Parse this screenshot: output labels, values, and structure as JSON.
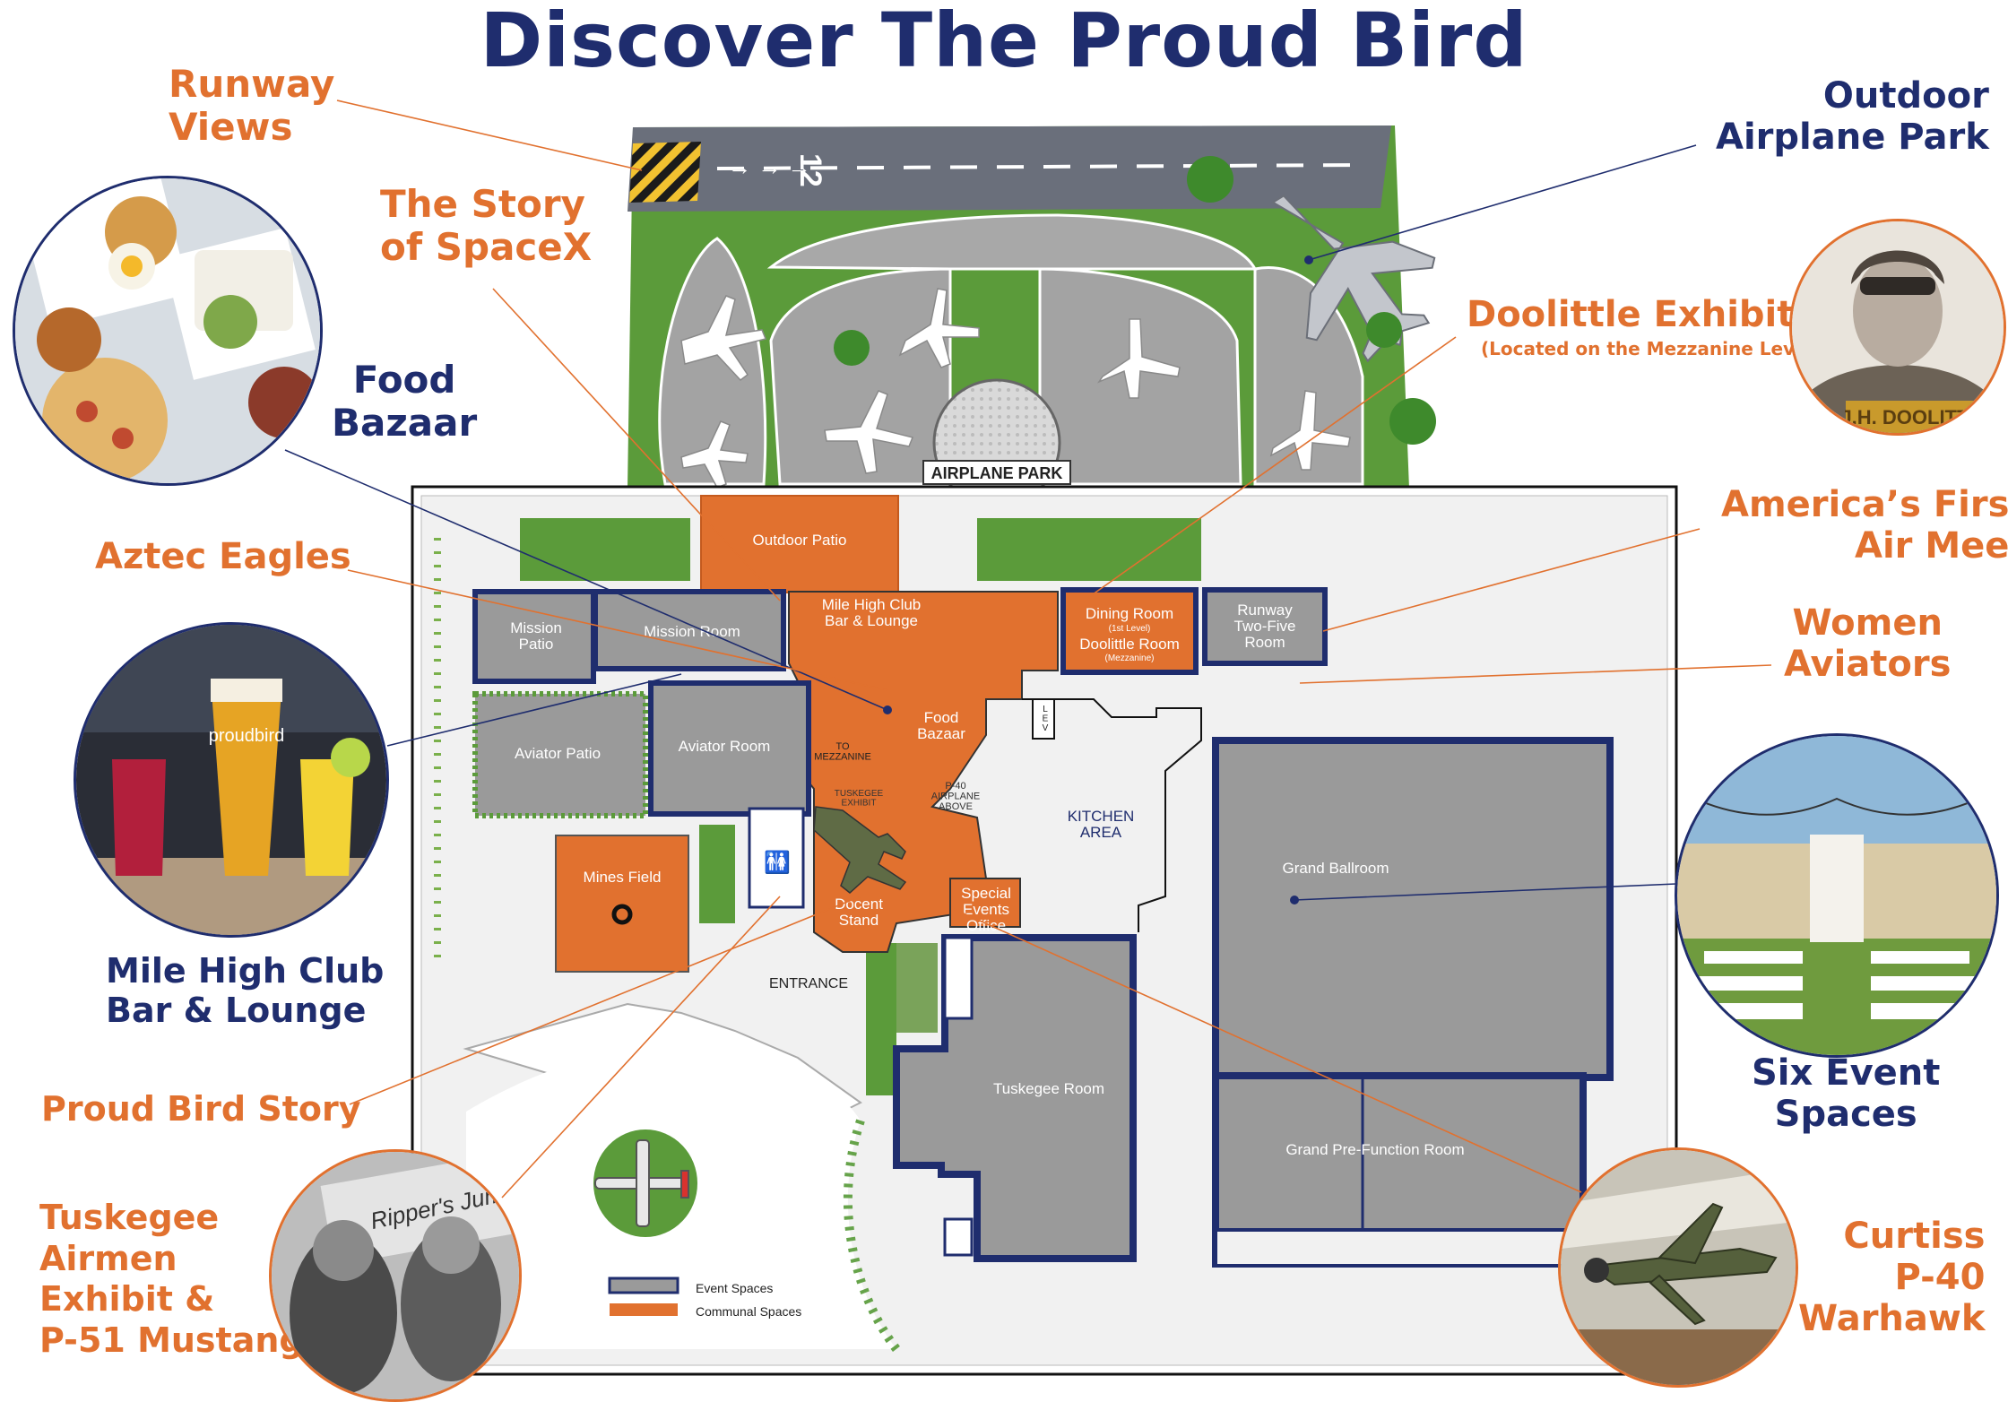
{
  "title": "Discover The Proud Bird",
  "callouts": {
    "runway_views": "Runway\nViews",
    "story_spacex": "The Story\nof SpaceX",
    "food_bazaar": "Food\nBazaar",
    "aztec_eagles": "Aztec Eagles",
    "mile_high": "Mile High Club\nBar & Lounge",
    "proud_bird_story": "Proud Bird Story",
    "tuskegee_exhibit": "Tuskegee\nAirmen\nExhibit &\nP-51 Mustang",
    "outdoor_park": "Outdoor\nAirplane Park",
    "doolittle": "Doolittle Exhibit",
    "doolittle_note": "(Located on the Mezzanine Level)",
    "first_air_meet": "America’s First\nAir Meet",
    "women_aviators": "Women\nAviators",
    "six_event": "Six Event\nSpaces",
    "curtiss": "Curtiss\nP-40\nWarhawk"
  },
  "rooms": {
    "outdoor_patio": "Outdoor Patio",
    "mile_high_room": "Mile High Club\nBar & Lounge",
    "dining_room": "Dining Room",
    "first_level": "(1st Level)",
    "doolittle_room": "Doolittle Room",
    "mezzanine": "(Mezzanine)",
    "runway_two_five": "Runway\nTwo-Five\nRoom",
    "mission_patio": "Mission\nPatio",
    "mission_room": "Mission Room",
    "food_bazaar": "Food\nBazaar",
    "aviator_patio": "Aviator Patio",
    "aviator_room": "Aviator Room",
    "to_mezzanine": "TO\nMEZZANINE",
    "p40_above": "P-40\nAIRPLANE\nABOVE",
    "tuskegee_exhibit": "TUSKEGEE\nEXHIBIT",
    "mines_field": "Mines Field",
    "docent_stand": "Docent\nStand",
    "special_events": "Special\nEvents\nOffice",
    "kitchen": "KITCHEN\nAREA",
    "entrance": "ENTRANCE",
    "lev": "L\nE\nV",
    "grand_ballroom": "Grand Ballroom",
    "tuskegee_room": "Tuskegee Room",
    "grand_prefunction": "Grand Pre-Function Room",
    "airplane_park": "AIRPLANE PARK",
    "runway_number": "12"
  },
  "legend": [
    {
      "label": "Event Spaces",
      "color": "#9a9a9a"
    },
    {
      "label": "Communal Spaces",
      "color": "#e1712f"
    }
  ],
  "photo_text": {
    "doolittle_nameplate": "J.H. DOOLITTLE",
    "beer_brand": "proudbird",
    "poster_text": "Ripper's Jumpin'"
  },
  "colors": {
    "navy": "#1f2d6e",
    "orange": "#e1712f",
    "event_gray": "#9a9a9a",
    "lawn": "#5a9a3a"
  }
}
